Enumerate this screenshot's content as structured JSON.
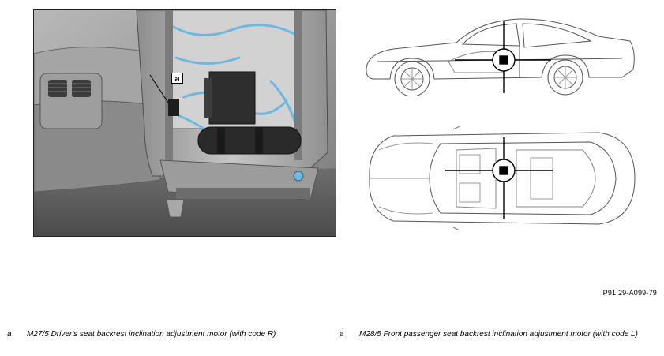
{
  "photo": {
    "callout_letter": "a"
  },
  "figure": {
    "reference_code": "P91.29-A099-79"
  },
  "legend": [
    {
      "letter": "a",
      "text": "M27/5 Driver's seat backrest inclination adjustment motor (with code R)"
    },
    {
      "letter": "a",
      "text": "M28/5 Front passenger seat backrest inclination adjustment motor (with code L)"
    }
  ]
}
